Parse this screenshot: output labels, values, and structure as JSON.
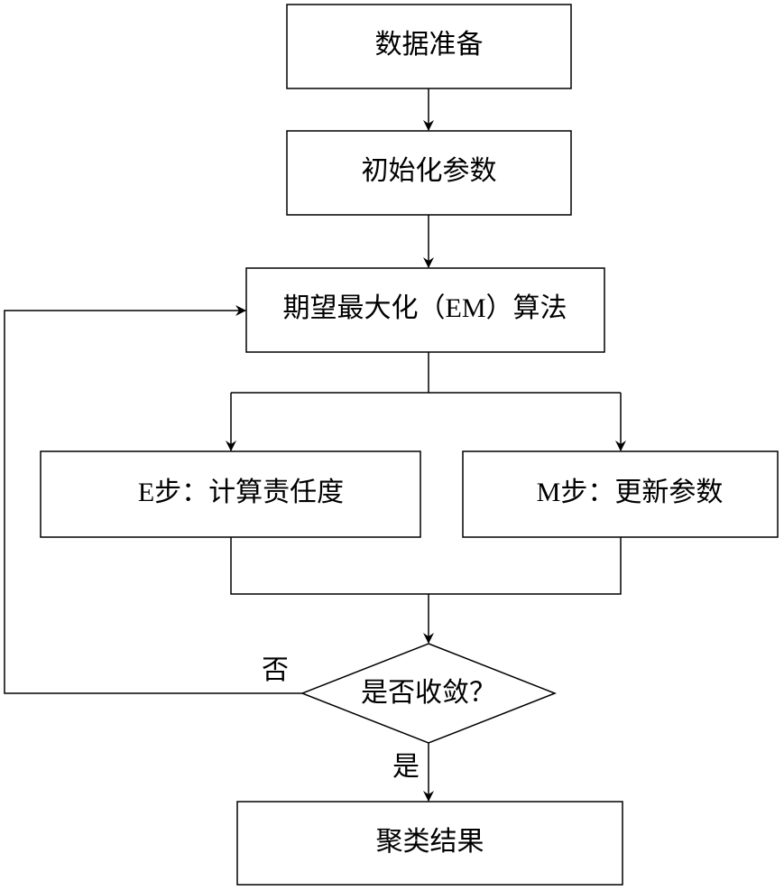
{
  "nodes": {
    "data_prep": "数据准备",
    "init_params": "初始化参数",
    "em_algorithm": "期望最大化（EM）算法",
    "e_step": "E步：计算责任度",
    "m_step": "M步：更新参数",
    "converged": "是否收敛？",
    "result": "聚类结果"
  },
  "edges": {
    "no_label": "否",
    "yes_label": "是"
  }
}
